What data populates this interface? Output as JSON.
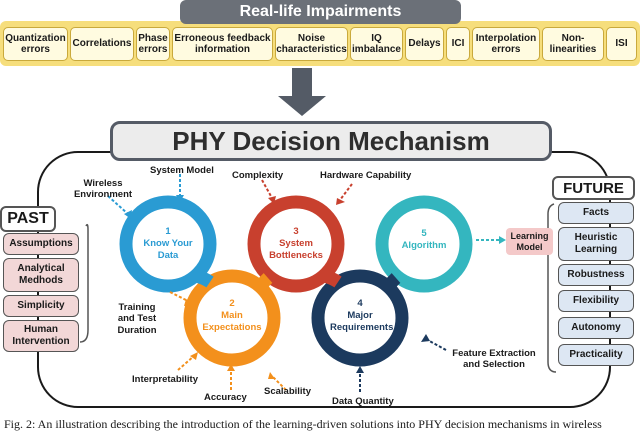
{
  "impairments": {
    "title": "Real-life Impairments",
    "items": [
      {
        "label": "Quantization errors"
      },
      {
        "label": "Correlations"
      },
      {
        "label": "Phase errors"
      },
      {
        "label": "Erroneous feedback information"
      },
      {
        "label": "Noise characteristics"
      },
      {
        "label": "IQ imbalance"
      },
      {
        "label": "Delays"
      },
      {
        "label": "ICI"
      },
      {
        "label": "Interpolation errors"
      },
      {
        "label": "Non-linearities"
      },
      {
        "label": "ISI"
      }
    ]
  },
  "phy_title": "PHY Decision Mechanism",
  "circles": [
    {
      "num": "1",
      "text": "Know Your Data",
      "color": "#2a9bd3"
    },
    {
      "num": "2",
      "text": "Main Expectations",
      "color": "#f3901c"
    },
    {
      "num": "3",
      "text": "System Bottlenecks",
      "color": "#c8402e"
    },
    {
      "num": "4",
      "text": "Major Requirements",
      "color": "#1c3a5e"
    },
    {
      "num": "5",
      "text": "Algorithm",
      "color": "#34b6bf"
    }
  ],
  "labels": {
    "system_model": "System Model",
    "wireless_environment": "Wireless Environment",
    "complexity": "Complexity",
    "hardware_capability": "Hardware Capability",
    "training": "Training and Test Duration",
    "interpretability": "Interpretability",
    "accuracy": "Accuracy",
    "scalability": "Scalability",
    "data_quantity": "Data Quantity",
    "feature_extraction": "Feature Extraction and Selection",
    "learning_model": "Learning Model"
  },
  "past": {
    "title": "PAST",
    "items": [
      {
        "label": "Assumptions"
      },
      {
        "label": "Analytical Medhods"
      },
      {
        "label": "Simplicity"
      },
      {
        "label": "Human Intervention"
      }
    ]
  },
  "future": {
    "title": "FUTURE",
    "items": [
      {
        "label": "Facts"
      },
      {
        "label": "Heuristic Learning"
      },
      {
        "label": "Robustness"
      },
      {
        "label": "Flexibility"
      },
      {
        "label": "Autonomy"
      },
      {
        "label": "Practicality"
      }
    ]
  },
  "caption": "Fig. 2: An illustration describing the introduction of the learning-driven solutions into PHY decision mechanisms in wireless"
}
